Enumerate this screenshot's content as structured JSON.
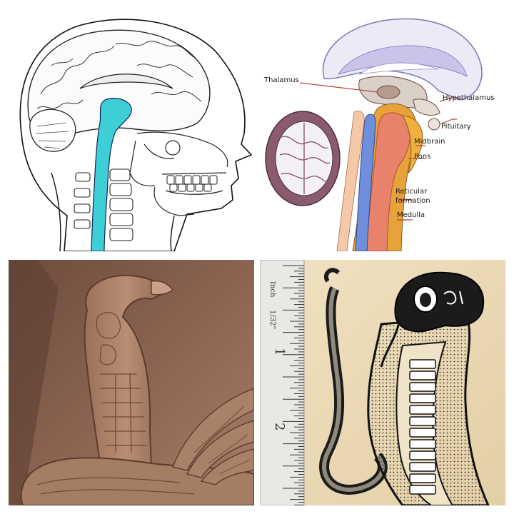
{
  "panels": {
    "head_sketch": {},
    "brain_diagram": {
      "labels": {
        "thalamus": "Thalamus",
        "hypothalamus": "Hypothalamus",
        "pituitary": "Pituitary",
        "midbrain": "Midbrain",
        "pons": "Pons",
        "reticular_line1": "Reticular",
        "reticular_line2": "formation",
        "medulla": "Medulla"
      },
      "colors": {
        "label_line": "#b0483a",
        "pons": "#e8826a",
        "brainstem_blue": "#6f8fdc",
        "midbrain_orange": "#e8a23a"
      }
    },
    "cobra_relief": {},
    "snake_stamp": {
      "ruler": {
        "unit": "Inch",
        "fraction": "1/32\"",
        "mark_1": "1",
        "mark_2": "2"
      }
    }
  }
}
